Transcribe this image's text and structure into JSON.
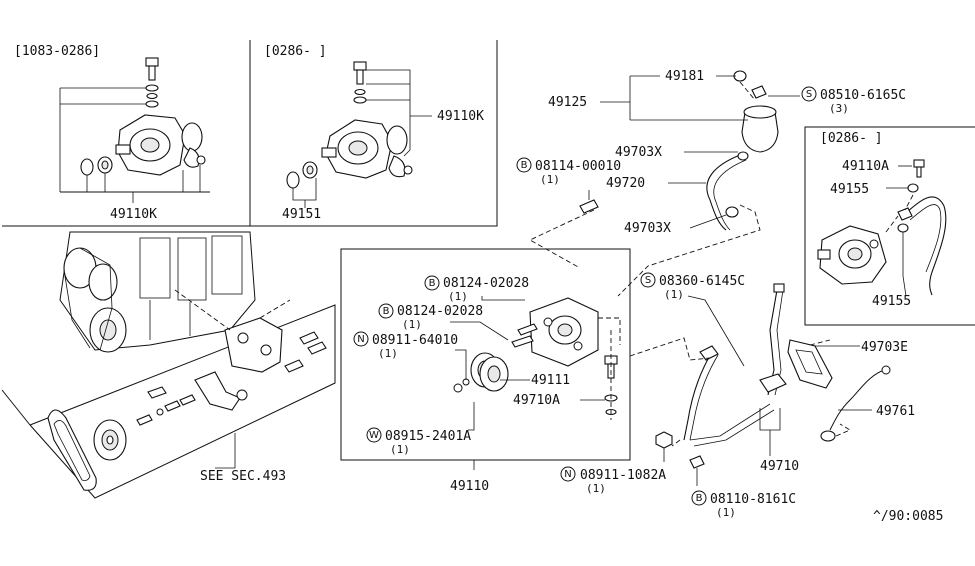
{
  "panels": {
    "top_left_range": "[1083-0286]",
    "top_mid_range": "[0286-      ]",
    "right_range": "[0286-      ]"
  },
  "labels": {
    "p49110K_a": "49110K",
    "p49110K_b": "49110K",
    "p49151": "49151",
    "p49181": "49181",
    "p49125": "49125",
    "s_08510_6165C": "08510-6165C",
    "s_08510_qty": "(3)",
    "p49703X_a": "49703X",
    "b_08114_00010": "08114-00010",
    "b_08114_qty": "(1)",
    "p49720": "49720",
    "p49703X_b": "49703X",
    "p49110A": "49110A",
    "p49155_a": "49155",
    "p49155_b": "49155",
    "b_08124_02028_a": "08124-02028",
    "b_08124_a_qty": "(1)",
    "b_08124_02028_b": "08124-02028",
    "b_08124_b_qty": "(1)",
    "n_08911_64010": "08911-64010",
    "n_08911_64010_qty": "(1)",
    "p49111": "49111",
    "p49710A": "49710A",
    "w_08915_2401A": "08915-2401A",
    "w_08915_qty": "(1)",
    "p49110": "49110",
    "s_08360_6145C": "08360-6145C",
    "s_08360_qty": "(1)",
    "p49703E": "49703E",
    "p49761": "49761",
    "p49710": "49710",
    "n_08911_1082A": "08911-1082A",
    "n_08911_1082A_qty": "(1)",
    "b_08110_8161C": "08110-8161C",
    "b_08110_qty": "(1)",
    "see_sec": "SEE SEC.493",
    "code": "^/90:0085"
  },
  "markers": {
    "S": "S",
    "B": "B",
    "N": "N",
    "W": "W"
  }
}
